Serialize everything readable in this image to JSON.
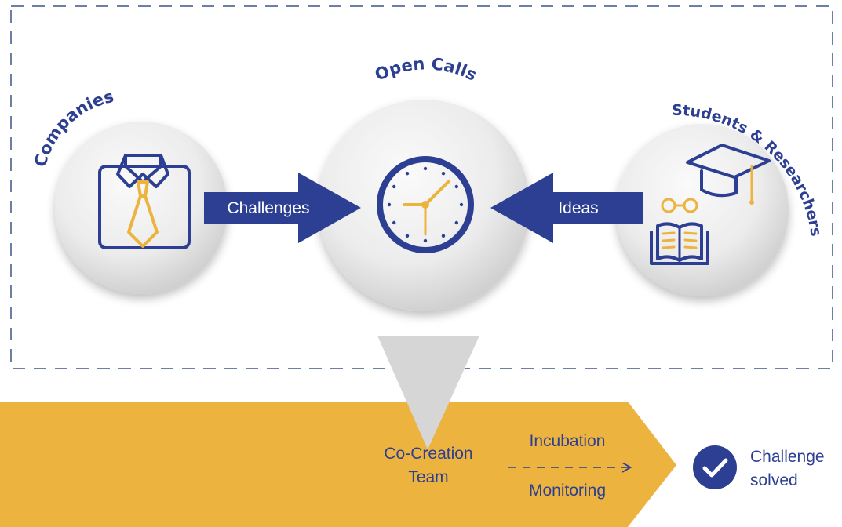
{
  "actors": {
    "companies": "Companies",
    "open_calls": "Open Calls",
    "students_researchers": "Students & Researchers"
  },
  "arrows": {
    "challenges": "Challenges",
    "ideas": "Ideas"
  },
  "process": {
    "co_creation_line1": "Co-Creation",
    "co_creation_line2": "Team",
    "incubation": "Incubation",
    "monitoring": "Monitoring",
    "solved_line1": "Challenge",
    "solved_line2": "solved"
  },
  "icons": {
    "companies": "shirt-tie-icon",
    "open_calls": "clock-icon",
    "students": "graduation-cap-icon",
    "researchers": "glasses-book-icon",
    "solved": "check-circle-icon"
  },
  "colors": {
    "navy": "#2d3f92",
    "gold": "#ecb43f",
    "dashed_border": "#6e7fa6",
    "circle_light": "#f4f4f4",
    "circle_dark": "#cfcfcf",
    "funnel": "#d9d9d9"
  }
}
